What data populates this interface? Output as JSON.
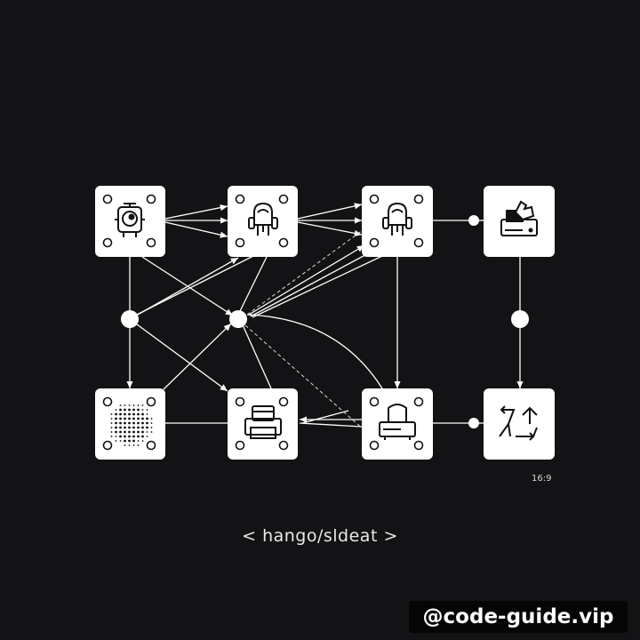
{
  "diagram": {
    "caption": "< hango/sldeat >",
    "ratio_label": "16:9",
    "watermark": "@code-guide.vip",
    "colors": {
      "background": "#131315",
      "node_fill": "#ffffff",
      "stroke": "#ffffff",
      "icon": "#111111"
    },
    "nodes": [
      {
        "id": "n1",
        "icon": "camera-robot-icon"
      },
      {
        "id": "n2",
        "icon": "robot-icon"
      },
      {
        "id": "n3",
        "icon": "robot-icon"
      },
      {
        "id": "n4",
        "icon": "printer-hand-icon"
      },
      {
        "id": "n5",
        "icon": "dot-matrix-icon"
      },
      {
        "id": "n6",
        "icon": "printer-icon"
      },
      {
        "id": "n7",
        "icon": "printer-3d-icon"
      },
      {
        "id": "n8",
        "icon": "cycle-arrows-icon"
      }
    ]
  }
}
